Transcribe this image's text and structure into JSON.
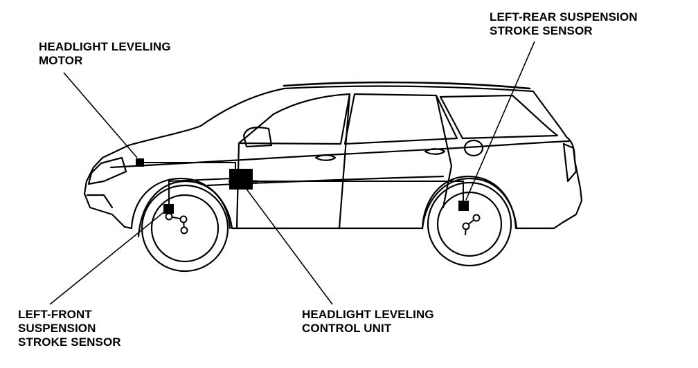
{
  "diagram": {
    "colors": {
      "line": "#000000",
      "background": "#ffffff"
    },
    "labels": {
      "headlight_leveling_motor": [
        "HEADLIGHT LEVELING",
        "MOTOR"
      ],
      "left_rear_sensor": [
        "LEFT-REAR SUSPENSION",
        "STROKE SENSOR"
      ],
      "left_front_sensor": [
        "LEFT-FRONT",
        "SUSPENSION",
        "STROKE SENSOR"
      ],
      "control_unit": [
        "HEADLIGHT LEVELING",
        "CONTROL UNIT"
      ]
    }
  }
}
